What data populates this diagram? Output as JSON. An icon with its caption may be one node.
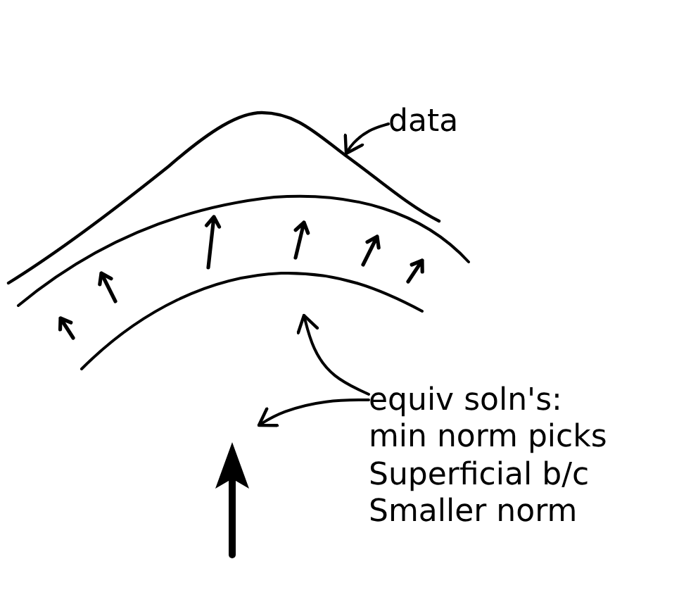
{
  "diagram": {
    "nodes": [
      {
        "text": [
          "data"
        ]
      },
      {
        "text": [],
        "shape": "curve"
      },
      {
        "text": [
          "equiv soln's: min norm picks Superficial b/c Smaller norm"
        ]
      },
      {
        "text": [],
        "shape": "picture"
      },
      {
        "text": [],
        "shape": "arrow"
      }
    ],
    "edges": [
      {
        "from": 0,
        "to": 1,
        "arrow": "to"
      },
      {
        "from": 2,
        "to": 3,
        "arrow": "to"
      },
      {
        "from": 2,
        "to": 4,
        "arrow": "to"
      }
    ]
  }
}
